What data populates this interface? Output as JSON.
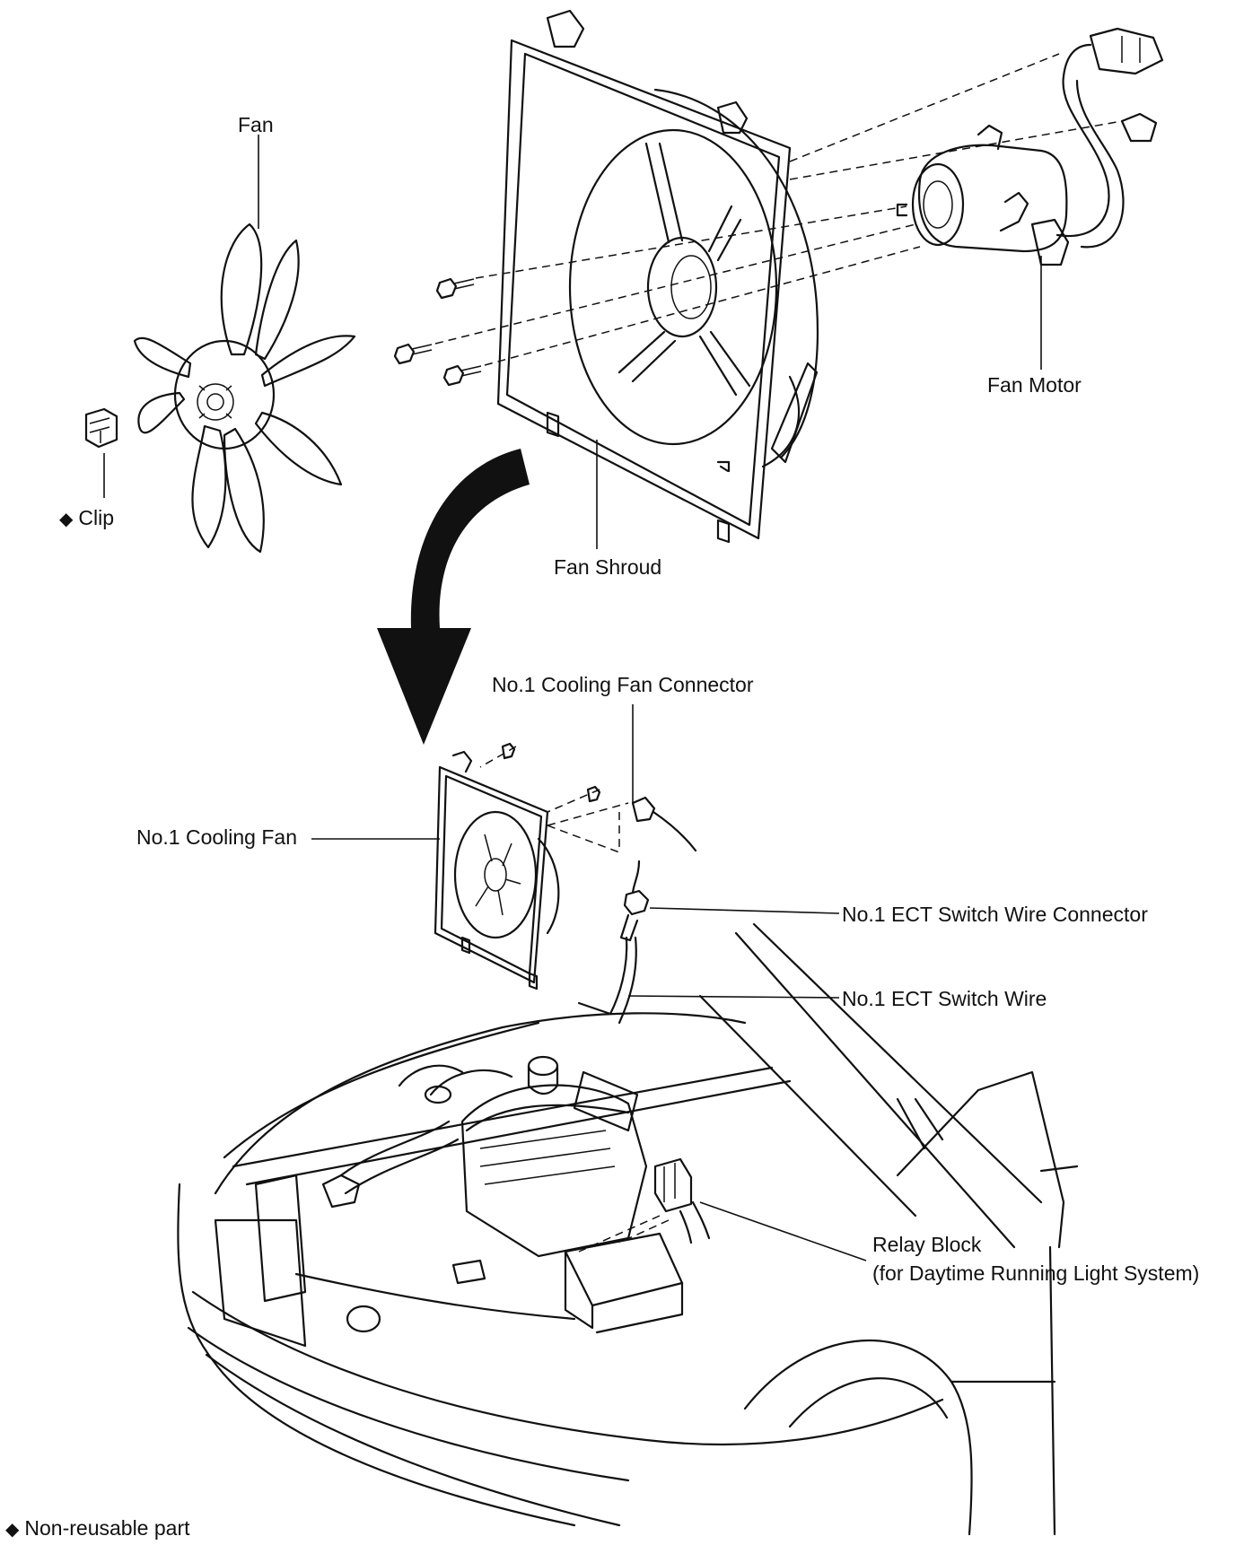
{
  "labels": {
    "fan": "Fan",
    "clip": "Clip",
    "fan_shroud": "Fan Shroud",
    "fan_motor": "Fan Motor",
    "cooling_fan_connector": "No.1 Cooling Fan Connector",
    "cooling_fan": "No.1 Cooling Fan",
    "ect_switch_wire_connector": "No.1 ECT Switch Wire Connector",
    "ect_switch_wire": "No.1 ECT Switch Wire",
    "relay_block_line1": "Relay Block",
    "relay_block_line2": "(for Daytime Running Light System)",
    "legend": "Non-reusable part"
  },
  "symbols": {
    "non_reusable_marker": "◆"
  }
}
